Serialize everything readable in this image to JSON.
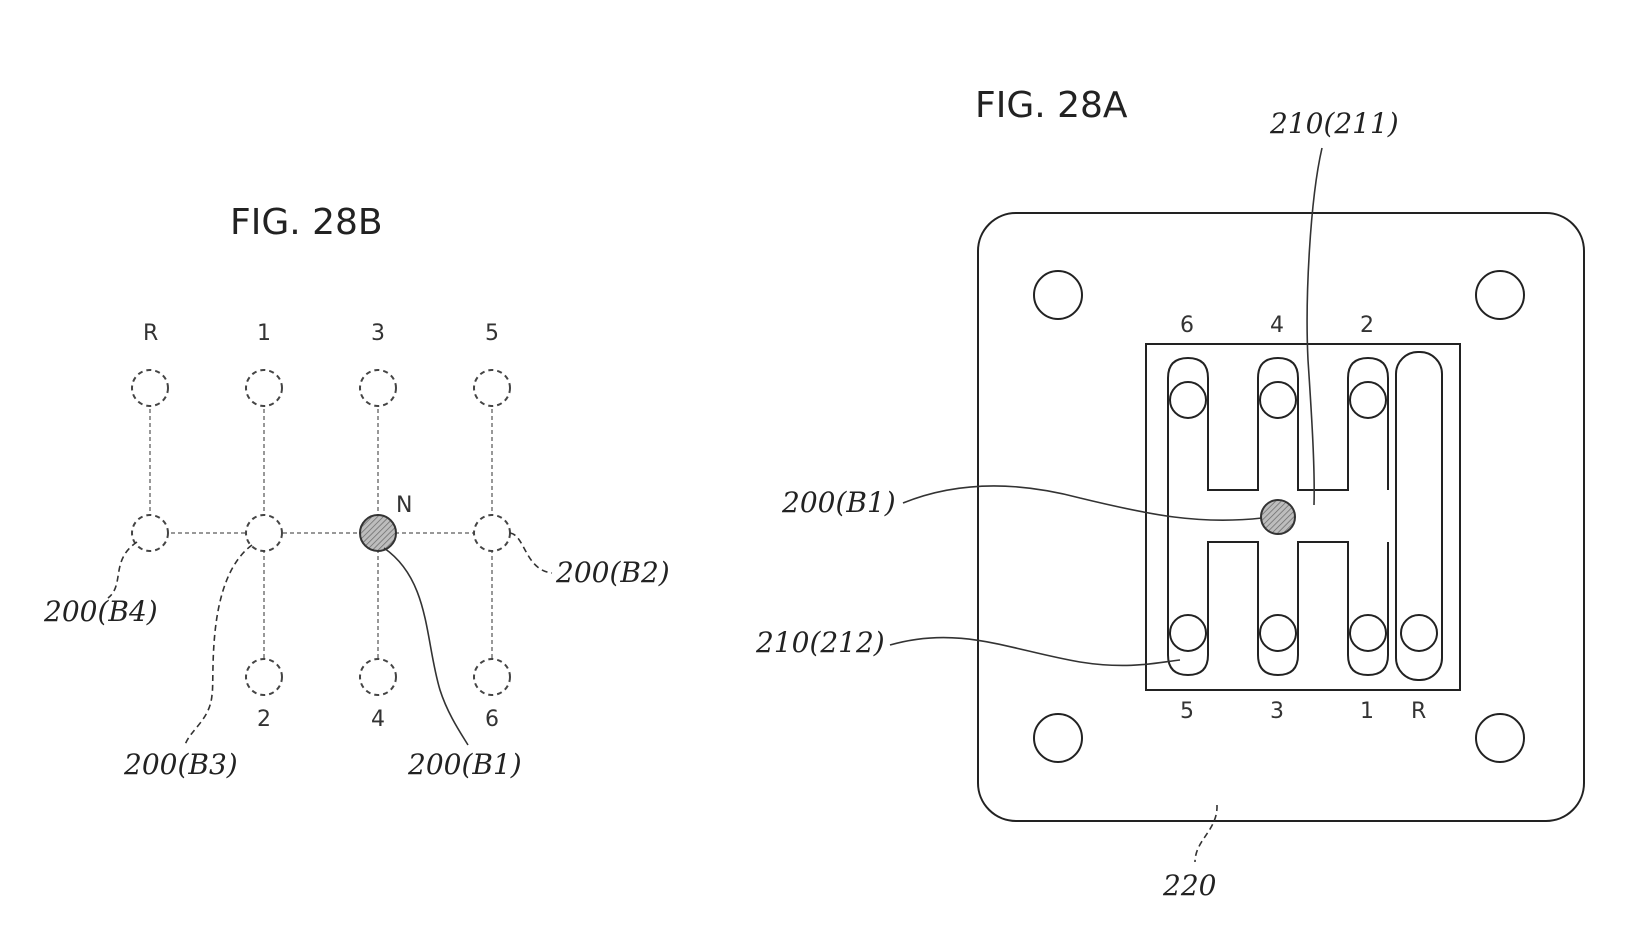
{
  "fig_b": {
    "title": "FIG. 28B",
    "top_positions": [
      "R",
      "1",
      "3",
      "5"
    ],
    "bottom_positions": [
      "2",
      "4",
      "6"
    ],
    "neutral": "N",
    "refs": {
      "b1": "200(B1)",
      "b2": "200(B2)",
      "b3": "200(B3)",
      "b4": "200(B4)"
    }
  },
  "fig_a": {
    "title": "FIG. 28A",
    "top_positions": [
      "6",
      "4",
      "2"
    ],
    "bottom_positions": [
      "5",
      "3",
      "1",
      "R"
    ],
    "refs": {
      "guide_211": "210(211)",
      "ball_b1": "200(B1)",
      "guide_212": "210(212)",
      "plate": "220"
    }
  }
}
